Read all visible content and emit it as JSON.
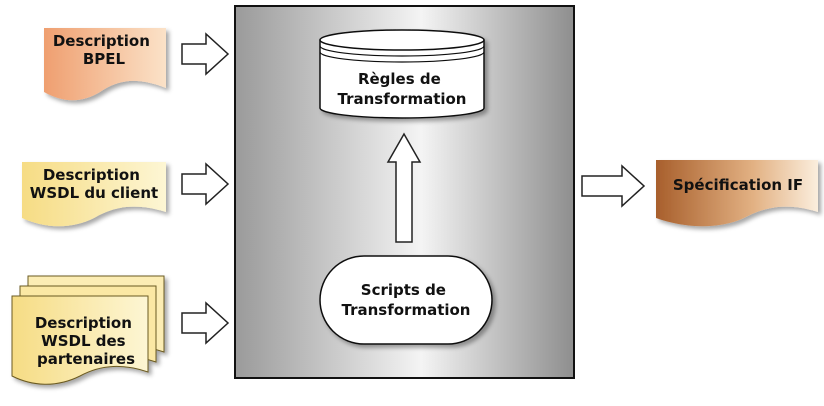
{
  "diagram": {
    "inputs": {
      "bpel": {
        "line1": "Description",
        "line2": "BPEL"
      },
      "wsdl_client": {
        "line1": "Description",
        "line2": "WSDL du client"
      },
      "wsdl_partners": {
        "line1": "Description",
        "line2": "WSDL des",
        "line3": "partenaires"
      }
    },
    "process": {
      "rules_db": {
        "line1": "Règles de",
        "line2": "Transformation"
      },
      "scripts": {
        "line1": "Scripts de",
        "line2": "Transformation"
      }
    },
    "output": {
      "label": "Spécification IF"
    }
  },
  "colors": {
    "bpel_doc": "#f0a878",
    "wsdl_doc": "#f8e49a",
    "output_doc": "#b8733e",
    "box_gray": "#b8b8b8"
  }
}
